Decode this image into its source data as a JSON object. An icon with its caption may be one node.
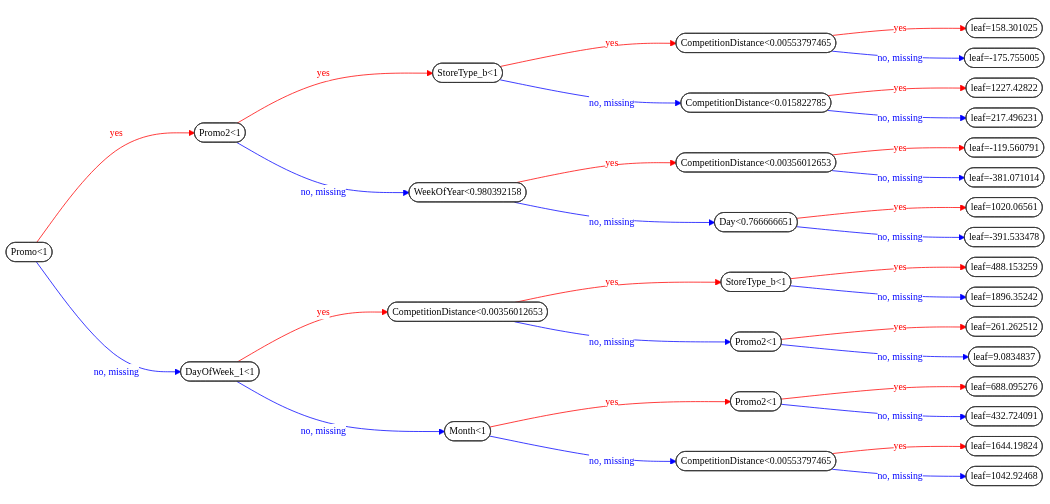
{
  "diagram": {
    "nodes": [
      {
        "text": [
          "Promo<1"
        ]
      },
      {
        "text": [
          "Promo2<1"
        ]
      },
      {
        "text": [
          "StoreType_b<1"
        ]
      },
      {
        "text": [
          "CompetitionDistance<0.00553797465"
        ]
      },
      {
        "text": [
          "leaf=158.301025"
        ]
      },
      {
        "text": [
          "leaf=-175.755005"
        ]
      },
      {
        "text": [
          "CompetitionDistance<0.015822785"
        ]
      },
      {
        "text": [
          "leaf=1227.42822"
        ]
      },
      {
        "text": [
          "leaf=217.496231"
        ]
      },
      {
        "text": [
          "WeekOfYear<0.980392158"
        ]
      },
      {
        "text": [
          "CompetitionDistance<0.00356012653"
        ]
      },
      {
        "text": [
          "leaf=-119.560791"
        ]
      },
      {
        "text": [
          "leaf=-381.071014"
        ]
      },
      {
        "text": [
          "Day<0.766666651"
        ]
      },
      {
        "text": [
          "leaf=1020.06561"
        ]
      },
      {
        "text": [
          "leaf=-391.533478"
        ]
      },
      {
        "text": [
          "DayOfWeek_1<1"
        ]
      },
      {
        "text": [
          "CompetitionDistance<0.00356012653"
        ]
      },
      {
        "text": [
          "StoreType_b<1"
        ]
      },
      {
        "text": [
          "leaf=488.153259"
        ]
      },
      {
        "text": [
          "leaf=1896.35242"
        ]
      },
      {
        "text": [
          "Promo2<1"
        ]
      },
      {
        "text": [
          "leaf=261.262512"
        ]
      },
      {
        "text": [
          "leaf=9.0834837"
        ]
      },
      {
        "text": [
          "Month<1"
        ]
      },
      {
        "text": [
          "Promo2<1"
        ]
      },
      {
        "text": [
          "leaf=688.095276"
        ]
      },
      {
        "text": [
          "leaf=432.724091"
        ]
      },
      {
        "text": [
          "CompetitionDistance<0.00553797465"
        ]
      },
      {
        "text": [
          "leaf=1644.19824"
        ]
      },
      {
        "text": [
          "leaf=1042.92468"
        ]
      }
    ],
    "edges": [
      {
        "from": 0,
        "to": 1,
        "arrow": "to",
        "label": "yes",
        "color": "#ff0000"
      },
      {
        "from": 0,
        "to": 16,
        "arrow": "to",
        "label": "no, missing",
        "color": "#0000ff"
      },
      {
        "from": 1,
        "to": 2,
        "arrow": "to",
        "label": "yes",
        "color": "#ff0000"
      },
      {
        "from": 1,
        "to": 9,
        "arrow": "to",
        "label": "no, missing",
        "color": "#0000ff"
      },
      {
        "from": 2,
        "to": 3,
        "arrow": "to",
        "label": "yes",
        "color": "#ff0000"
      },
      {
        "from": 2,
        "to": 6,
        "arrow": "to",
        "label": "no, missing",
        "color": "#0000ff"
      },
      {
        "from": 3,
        "to": 4,
        "arrow": "to",
        "label": "yes",
        "color": "#ff0000"
      },
      {
        "from": 3,
        "to": 5,
        "arrow": "to",
        "label": "no, missing",
        "color": "#0000ff"
      },
      {
        "from": 6,
        "to": 7,
        "arrow": "to",
        "label": "yes",
        "color": "#ff0000"
      },
      {
        "from": 6,
        "to": 8,
        "arrow": "to",
        "label": "no, missing",
        "color": "#0000ff"
      },
      {
        "from": 9,
        "to": 10,
        "arrow": "to",
        "label": "yes",
        "color": "#ff0000"
      },
      {
        "from": 9,
        "to": 13,
        "arrow": "to",
        "label": "no, missing",
        "color": "#0000ff"
      },
      {
        "from": 10,
        "to": 11,
        "arrow": "to",
        "label": "yes",
        "color": "#ff0000"
      },
      {
        "from": 10,
        "to": 12,
        "arrow": "to",
        "label": "no, missing",
        "color": "#0000ff"
      },
      {
        "from": 13,
        "to": 14,
        "arrow": "to",
        "label": "yes",
        "color": "#ff0000"
      },
      {
        "from": 13,
        "to": 15,
        "arrow": "to",
        "label": "no, missing",
        "color": "#0000ff"
      },
      {
        "from": 16,
        "to": 17,
        "arrow": "to",
        "label": "yes",
        "color": "#ff0000"
      },
      {
        "from": 16,
        "to": 24,
        "arrow": "to",
        "label": "no, missing",
        "color": "#0000ff"
      },
      {
        "from": 17,
        "to": 18,
        "arrow": "to",
        "label": "yes",
        "color": "#ff0000"
      },
      {
        "from": 17,
        "to": 21,
        "arrow": "to",
        "label": "no, missing",
        "color": "#0000ff"
      },
      {
        "from": 18,
        "to": 19,
        "arrow": "to",
        "label": "yes",
        "color": "#ff0000"
      },
      {
        "from": 18,
        "to": 20,
        "arrow": "to",
        "label": "no, missing",
        "color": "#0000ff"
      },
      {
        "from": 21,
        "to": 22,
        "arrow": "to",
        "label": "yes",
        "color": "#ff0000"
      },
      {
        "from": 21,
        "to": 23,
        "arrow": "to",
        "label": "no, missing",
        "color": "#0000ff"
      },
      {
        "from": 24,
        "to": 25,
        "arrow": "to",
        "label": "yes",
        "color": "#ff0000"
      },
      {
        "from": 24,
        "to": 28,
        "arrow": "to",
        "label": "no, missing",
        "color": "#0000ff"
      },
      {
        "from": 25,
        "to": 26,
        "arrow": "to",
        "label": "yes",
        "color": "#ff0000"
      },
      {
        "from": 25,
        "to": 27,
        "arrow": "to",
        "label": "no, missing",
        "color": "#0000ff"
      },
      {
        "from": 28,
        "to": 29,
        "arrow": "to",
        "label": "yes",
        "color": "#ff0000"
      },
      {
        "from": 28,
        "to": 30,
        "arrow": "to",
        "label": "no, missing",
        "color": "#0000ff"
      }
    ]
  }
}
